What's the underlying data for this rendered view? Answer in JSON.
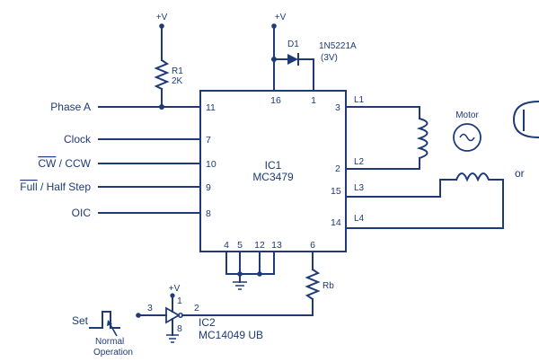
{
  "supply": {
    "label": "+V"
  },
  "resistor_r1": {
    "name": "R1",
    "value": "2K"
  },
  "diode_d1": {
    "name": "D1",
    "part": "1N5221A",
    "rating": "(3V)"
  },
  "ic1": {
    "name": "IC1",
    "part": "MC3479",
    "pins": {
      "p16": "16",
      "p1": "1",
      "p11": "11",
      "p7": "7",
      "p10": "10",
      "p9": "9",
      "p8": "8",
      "p3": "3",
      "p2": "2",
      "p15": "15",
      "p14": "14",
      "p4": "4",
      "p5": "5",
      "p12": "12",
      "p13": "13",
      "p6": "6"
    }
  },
  "inputs": {
    "phase_a": "Phase A",
    "clock": "Clock",
    "cw_ccw_bar": "CW",
    "cw_ccw_rest": " / CCW",
    "full_half_bar": "Full",
    "full_half_rest": " / Half Step",
    "oic": "OIC"
  },
  "outputs": {
    "l1": "L1",
    "l2": "L2",
    "l3": "L3",
    "l4": "L4"
  },
  "motor": {
    "label": "Motor",
    "partial_text": "or"
  },
  "resistor_rb": {
    "name": "Rb"
  },
  "ic2": {
    "name": "IC2",
    "part": "MC14049 UB",
    "pin_in": "3",
    "pin_out": "2",
    "pin_vcc": "1",
    "pin_gnd": "8"
  },
  "set_switch": {
    "label": "Set",
    "note_line1": "Normal",
    "note_line2": "Operation"
  },
  "colors": {
    "ink": "#1e3a78",
    "background": "#ffffff"
  }
}
